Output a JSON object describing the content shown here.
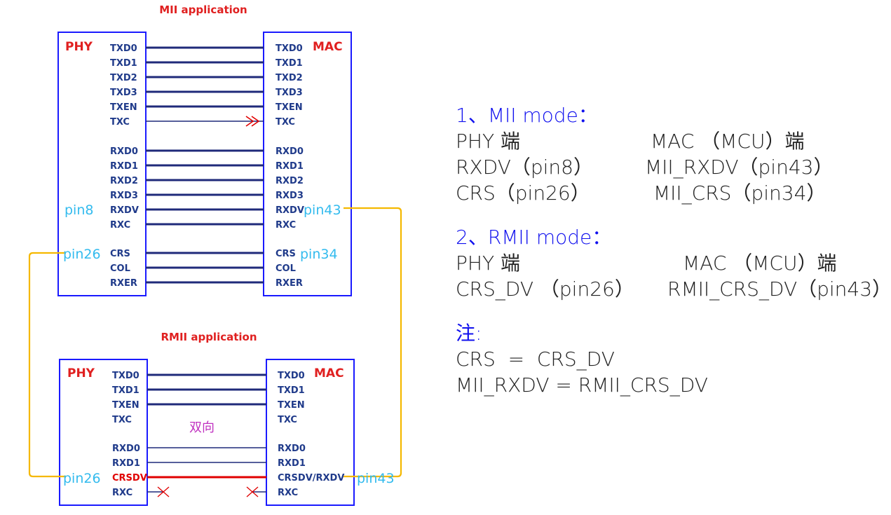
{
  "mii": {
    "title": "MII application",
    "phy_label": "PHY",
    "mac_label": "MAC",
    "phy_pins": [
      "TXD0",
      "TXD1",
      "TXD2",
      "TXD3",
      "TXEN",
      "TXC",
      "RXD0",
      "RXD1",
      "RXD2",
      "RXD3",
      "RXDV",
      "RXC",
      "CRS",
      "COL",
      "RXER"
    ],
    "mac_pins": [
      "TXD0",
      "TXD1",
      "TXD2",
      "TXD3",
      "TXEN",
      "TXC",
      "RXD0",
      "RXD1",
      "RXD2",
      "RXD3",
      "RXDV",
      "RXC",
      "CRS",
      "COL",
      "RXER"
    ],
    "pin8": "pin8",
    "pin26": "pin26",
    "pin43": "pin43",
    "pin34": "pin34"
  },
  "rmii": {
    "title": "RMII application",
    "phy_label": "PHY",
    "mac_label": "MAC",
    "phy_pins": [
      "TXD0",
      "TXD1",
      "TXEN",
      "TXC",
      "RXD0",
      "RXD1",
      "CRSDV",
      "RXC"
    ],
    "mac_pins": [
      "TXD0",
      "TXD1",
      "TXEN",
      "TXC",
      "RXD0",
      "RXD1",
      "CRSDV/RXDV",
      "RXC"
    ],
    "bidirectional": "双向",
    "pin26": "pin26",
    "pin43": "pin43"
  },
  "colors": {
    "box": "#1a1aff",
    "signal": "#1f2a7a",
    "crsdv_line": "#e00000",
    "wire": "#f5b800",
    "pin_label": "#33bbee"
  },
  "notes": {
    "mii_header": "1、MII mode：",
    "mii_rows": [
      [
        "PHY 端",
        "MAC （MCU）端"
      ],
      [
        "RXDV（pin8）",
        "MII_RXDV（pin43）"
      ],
      [
        "CRS（pin26）",
        "MII_CRS（pin34）"
      ]
    ],
    "rmii_header": "2、RMII mode：",
    "rmii_rows": [
      [
        "PHY 端",
        "MAC （MCU）端"
      ],
      [
        "CRS_DV （pin26）",
        "RMII_CRS_DV（pin43）"
      ]
    ],
    "note_header": "注:",
    "note_lines": [
      "CRS  =  CRS_DV",
      "MII_RXDV = RMII_CRS_DV"
    ]
  }
}
